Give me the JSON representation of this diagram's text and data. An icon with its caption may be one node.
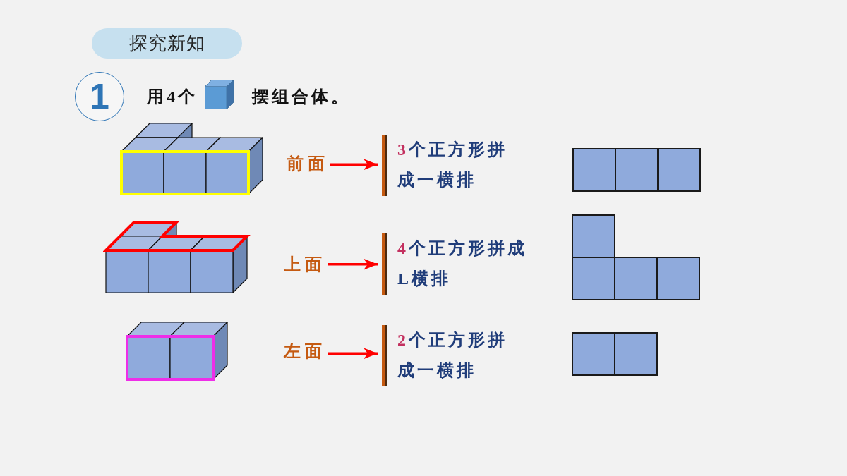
{
  "diagram": {
    "nodes": [
      {
        "text": [
          "探究新知"
        ]
      },
      {
        "text": [
          "1"
        ]
      },
      {
        "text": [
          "前面"
        ]
      },
      {
        "text": [
          "**3**个正方形拼成一横排"
        ]
      },
      {
        "text": [
          "上面"
        ]
      },
      {
        "text": [
          "**4**个正方形拼成L横排"
        ]
      },
      {
        "text": [
          "左面"
        ]
      },
      {
        "text": [
          "**2**个正方形拼成一横排"
        ]
      }
    ],
    "edges": [
      {
        "from": 2,
        "to": 3,
        "arrow": "to"
      },
      {
        "from": 4,
        "to": 5,
        "arrow": "to"
      },
      {
        "from": 6,
        "to": 7,
        "arrow": "to"
      }
    ],
    "labels": [
      "用4个",
      "摆组合体。"
    ]
  }
}
